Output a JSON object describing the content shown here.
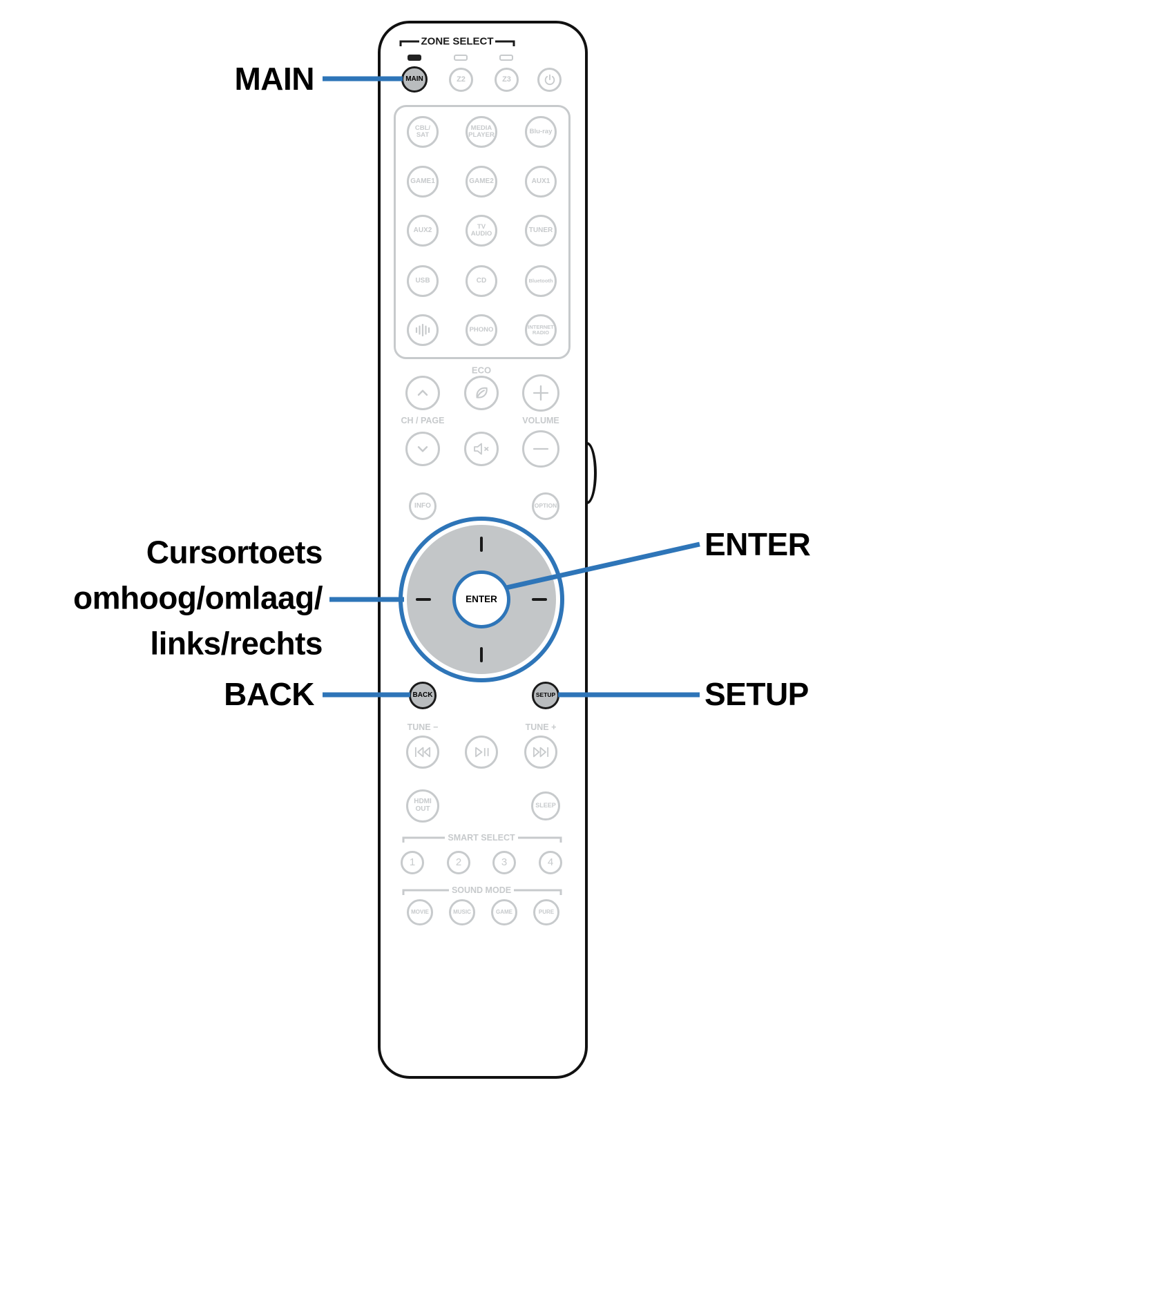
{
  "colors": {
    "accent_blue": "#2e75b8",
    "inactive_gray": "#c7cacc",
    "key_gray": "#b9bcbe"
  },
  "callouts": {
    "main": "MAIN",
    "cursor": "Cursortoets\nomhoog/omlaag/\nlinks/rechts",
    "back": "BACK",
    "enter": "ENTER",
    "setup": "SETUP"
  },
  "remote": {
    "zone_select": "ZONE SELECT",
    "zones": {
      "main": "MAIN",
      "z2": "Z2",
      "z3": "Z3"
    },
    "sources": {
      "cbl_sat": "CBL/\nSAT",
      "media_player": "MEDIA\nPLAYER",
      "bluray": "Blu-ray",
      "game1": "GAME1",
      "game2": "GAME2",
      "aux1": "AUX1",
      "aux2": "AUX2",
      "tv_audio": "TV\nAUDIO",
      "tuner": "TUNER",
      "usb": "USB",
      "cd": "CD",
      "bluetooth": "Bluetooth",
      "phono": "PHONO",
      "internet_radio": "INTERNET\nRADIO"
    },
    "eco": "ECO",
    "ch_page": "CH / PAGE",
    "volume": "VOLUME",
    "info": "INFO",
    "option": "OPTION",
    "enter": "ENTER",
    "back": "BACK",
    "setup": "SETUP",
    "tune_minus": "TUNE −",
    "tune_plus": "TUNE +",
    "hdmi_out": "HDMI\nOUT",
    "sleep": "SLEEP",
    "smart_select": "SMART SELECT",
    "smart": [
      "1",
      "2",
      "3",
      "4"
    ],
    "sound_mode": "SOUND MODE",
    "sound_modes": [
      "MOVIE",
      "MUSIC",
      "GAME",
      "PURE"
    ]
  }
}
